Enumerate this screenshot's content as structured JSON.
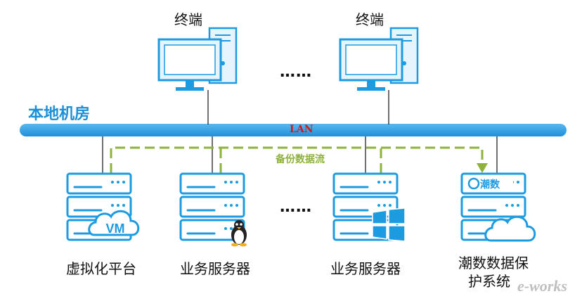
{
  "diagram": {
    "terminals": [
      {
        "label": "终端"
      },
      {
        "label": "终端"
      }
    ],
    "terminal_ellipsis": "……",
    "server_ellipsis": "……",
    "room_label": "本地机房",
    "lan_label": "LAN",
    "flow_label": "备份数据流",
    "servers": [
      {
        "label": "虚拟化平台",
        "badge": "VM",
        "badge_icon": "cloud-icon"
      },
      {
        "label": "业务服务器",
        "badge_icon": "linux-tux-icon"
      },
      {
        "label": "业务服务器",
        "badge_icon": "windows-logo-icon"
      },
      {
        "label_line1": "潮数数据保",
        "label_line2": "护系统",
        "badge_icon": "cloud-icon",
        "brand_logo": "潮数"
      }
    ],
    "watermark": "e-works",
    "colors": {
      "server_blue": "#1c9be0",
      "lan_blue": "#2e9fe0",
      "flow_green": "#8fb23c",
      "lan_text_red": "#d21a1a",
      "monitor_blue": "#1c9be0"
    }
  }
}
